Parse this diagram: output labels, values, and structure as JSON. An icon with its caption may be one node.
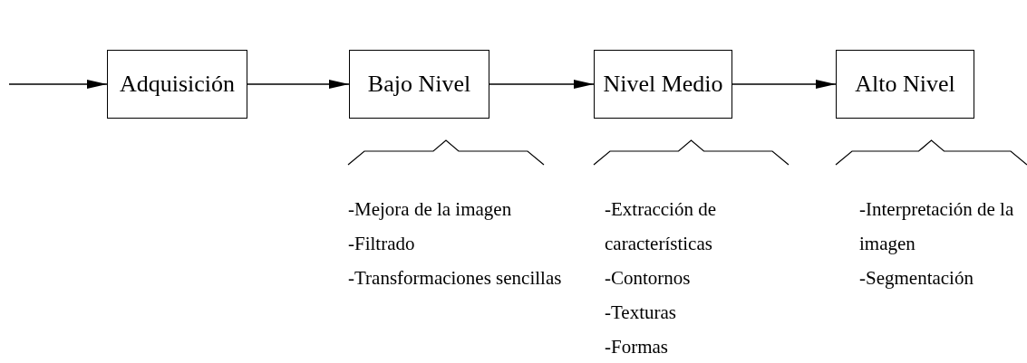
{
  "diagram": {
    "nodes": [
      {
        "text": [
          "Adquisición"
        ]
      },
      {
        "text": [
          "Bajo Nivel"
        ],
        "beside": [
          "-Mejora de la imagen",
          "-Filtrado",
          "-Transformaciones sencillas"
        ]
      },
      {
        "text": [
          "Nivel Medio"
        ],
        "beside": [
          "-Extracción de características",
          "-Contornos",
          "-Texturas",
          "-Formas"
        ]
      },
      {
        "text": [
          "Alto Nivel"
        ],
        "beside": [
          "-Interpretación de la imagen",
          "-Segmentación"
        ]
      }
    ],
    "edges": [
      {
        "from": null,
        "to": 0,
        "arrow": "to"
      },
      {
        "from": 0,
        "to": 1,
        "arrow": "to"
      },
      {
        "from": 1,
        "to": 2,
        "arrow": "to"
      },
      {
        "from": 2,
        "to": 3,
        "arrow": "to"
      }
    ]
  }
}
